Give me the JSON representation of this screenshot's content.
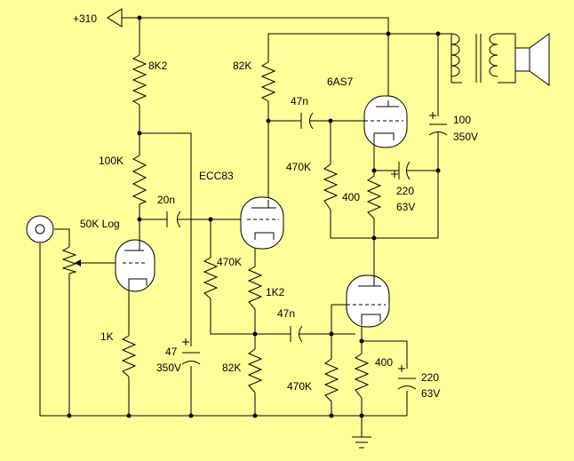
{
  "colors": {
    "background": "#FFFF99",
    "ink": "#000000",
    "tube_fill": "#FFFFFF"
  },
  "supply": {
    "label": "+310"
  },
  "labels": {
    "r_8k2": "8K2",
    "r_100k": "100K",
    "pot_50k_log": "50K Log",
    "r_1k": "1K",
    "c_47": "47",
    "c_47_voltage": "350V",
    "c_20n": "20n",
    "tube_ecc83": "ECC83",
    "r_470k_left": "470K",
    "r_1k2": "1K2",
    "r_82k_bottom": "82K",
    "c_47n_bottom": "47n",
    "r_470k_bottom": "470K",
    "r_400_bottom": "400",
    "c_220_bottom": "220",
    "c_220_bottom_voltage": "63V",
    "r_82k_top": "82K",
    "c_47n_top": "47n",
    "tube_6as7": "6AS7",
    "r_470k_top": "470K",
    "r_400_top": "400",
    "c_220_top": "220",
    "c_220_top_voltage": "63V",
    "c_100": "100",
    "c_100_voltage": "350V"
  }
}
